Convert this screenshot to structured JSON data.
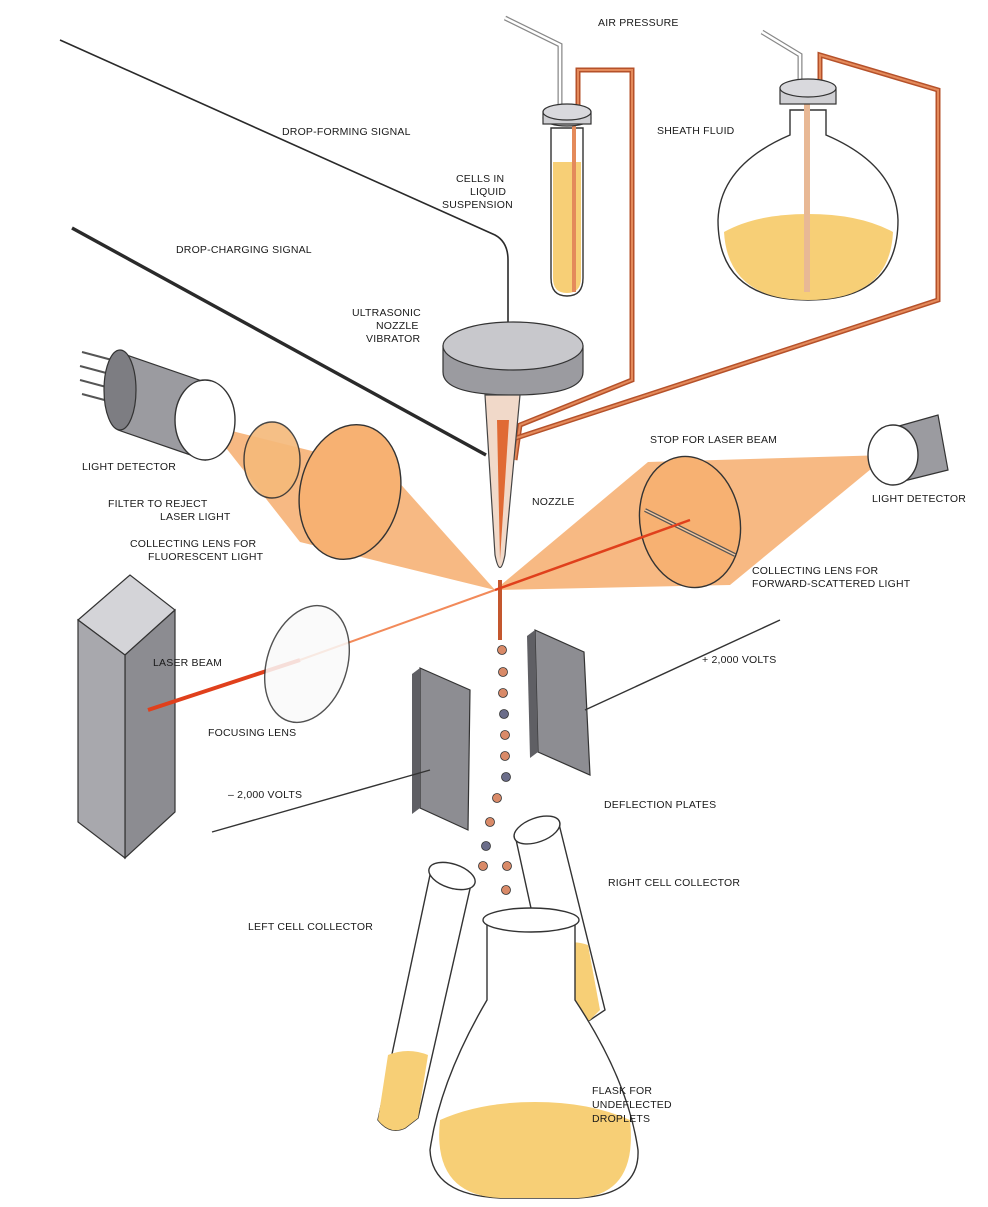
{
  "labels": {
    "air_pressure": "AIR PRESSURE",
    "drop_forming_signal": "DROP-FORMING SIGNAL",
    "cells_in_liquid_suspension": [
      "CELLS IN",
      "LIQUID",
      "SUSPENSION"
    ],
    "sheath_fluid": "SHEATH FLUID",
    "drop_charging_signal": "DROP-CHARGING SIGNAL",
    "ultrasonic_nozzle_vibrator": [
      "ULTRASONIC",
      "NOZZLE",
      "VIBRATOR"
    ],
    "light_detector_left": "LIGHT DETECTOR",
    "filter_to_reject_laser_light": [
      "FILTER TO REJECT",
      "LASER LIGHT"
    ],
    "collecting_lens_fluorescent": [
      "COLLECTING LENS FOR",
      "FLUORESCENT LIGHT"
    ],
    "nozzle": "NOZZLE",
    "stop_for_laser_beam": "STOP FOR LASER BEAM",
    "light_detector_right": "LIGHT DETECTOR",
    "collecting_lens_forward": [
      "COLLECTING LENS FOR",
      "FORWARD-SCATTERED LIGHT"
    ],
    "laser_beam": "LASER BEAM",
    "plus_volts": "+ 2,000 VOLTS",
    "focusing_lens": "FOCUSING LENS",
    "minus_volts": "– 2,000 VOLTS",
    "deflection_plates": "DEFLECTION PLATES",
    "right_cell_collector": "RIGHT CELL COLLECTOR",
    "left_cell_collector": "LEFT CELL COLLECTOR",
    "flask_for_undeflected_droplets": [
      "FLASK FOR",
      "UNDEFLECTED",
      "DROPLETS"
    ]
  },
  "colors": {
    "beam": "#f5a968",
    "tubing": "#b5512a",
    "liquid": "#f7cf76",
    "laser": "#e0401c",
    "metal": "#9b9ba0"
  }
}
